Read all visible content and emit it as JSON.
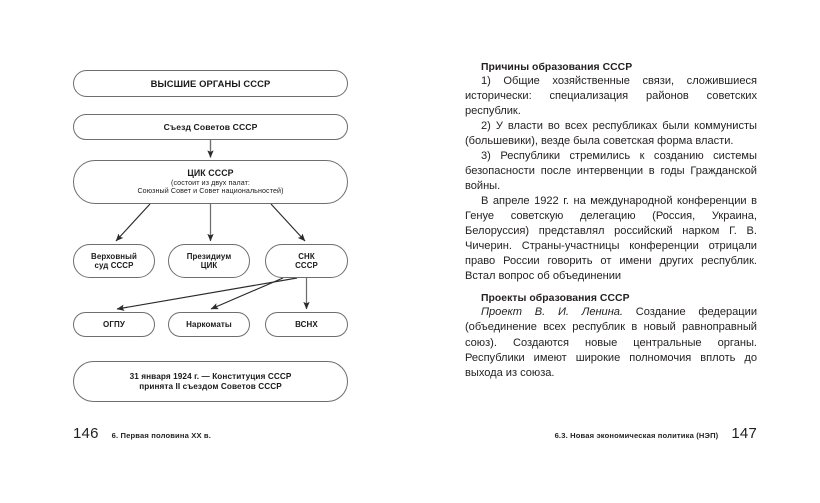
{
  "left_page": {
    "diagram": {
      "title_node": "ВЫСШИЕ ОРГАНЫ СССР",
      "nodes": [
        {
          "id": "top",
          "label": "ВЫСШИЕ ОРГАНЫ СССР"
        },
        {
          "id": "congress",
          "label": "Съезд Советов СССР"
        },
        {
          "id": "cik",
          "label": "ЦИК СССР",
          "sub_line1": "(состоит из двух палат:",
          "sub_line2": "Союзный Совет и Совет национальностей)"
        },
        {
          "id": "court",
          "label_line1": "Верховный",
          "label_line2": "суд СССР"
        },
        {
          "id": "presidium",
          "label_line1": "Президиум",
          "label_line2": "ЦИК"
        },
        {
          "id": "snk",
          "label_line1": "СНК",
          "label_line2": "СССР"
        },
        {
          "id": "ogpu",
          "label": "ОГПУ"
        },
        {
          "id": "narkomaty",
          "label": "Наркоматы"
        },
        {
          "id": "vsnh",
          "label": "ВСНХ"
        },
        {
          "id": "constitution",
          "label_line1": "31 января 1924 г. — Конституция СССР",
          "label_line2": "принята II съездом Советов СССР"
        }
      ],
      "edge_color": "#3a3a3a",
      "node_border_color": "#6d6e71"
    },
    "footer": {
      "page_number": "146",
      "running_head": "6. Первая половина XX в."
    }
  },
  "right_page": {
    "sections": [
      {
        "heading": "Причины образования СССР",
        "paragraphs": [
          "1) Общие хозяйственные связи, сложившиеся исторически: специализация районов советских республик.",
          "2) У власти во всех республиках были коммунисты (большевики), везде была советская форма власти.",
          "3) Республики стремились к созданию системы безопасности после интервенции в годы Гражданской войны.",
          "В апреле 1922 г. на международной конференции в Генуе советскую делегацию (Россия, Украина, Белоруссия) представлял российский нарком Г. В. Чичерин. Страны-участницы конференции отрицали право России говорить от имени других республик. Встал вопрос об объединении"
        ]
      },
      {
        "heading": "Проекты образования СССР",
        "lead_italic": "Проект В. И. Ленина.",
        "lead_rest": " Создание федерации (объединение всех республик в новый равноправный союз). Создаются новые центральные органы. Республики имеют широкие полномочия вплоть до выхода из союза."
      }
    ],
    "footer": {
      "running_head": "6.3. Новая экономическая политика (НЭП)",
      "page_number": "147"
    }
  }
}
